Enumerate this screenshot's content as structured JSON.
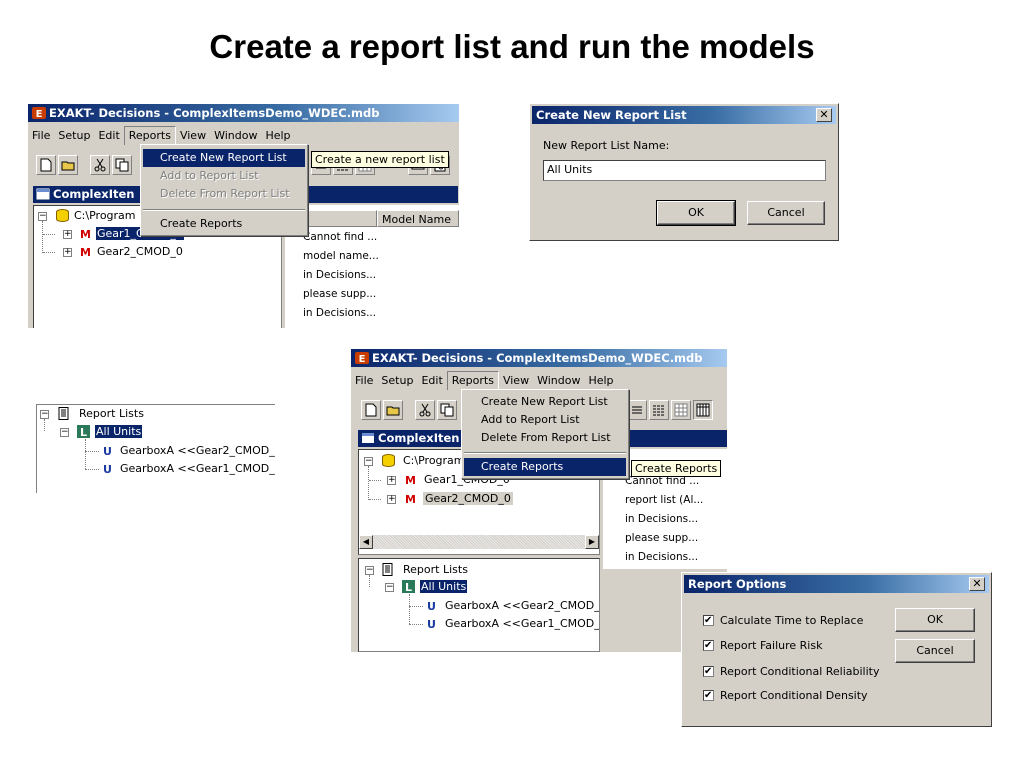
{
  "slide": {
    "title": "Create a report list and run the models"
  },
  "app": {
    "title": "EXAKT- Decisions - ComplexItemsDemo_WDEC.mdb",
    "child_title": "ComplexIten"
  },
  "menubar": [
    "File",
    "Setup",
    "Edit",
    "Reports",
    "View",
    "Window",
    "Help"
  ],
  "reports_menu_1": {
    "items": [
      "Create New Report List",
      "Add to Report List",
      "Delete From Report List",
      "Create Reports"
    ],
    "tooltip": "Create a new report list"
  },
  "reports_menu_2": {
    "items": [
      "Create New Report List",
      "Add to Report List",
      "Delete From Report List",
      "Create Reports"
    ],
    "tooltip": "Create Reports"
  },
  "tree": {
    "root": "C:\\Program",
    "models": [
      "Gear1_CMOD_0",
      "Gear2_CMOD_0"
    ]
  },
  "grid": {
    "header_model": "Model Name",
    "rows_1": [
      "Cannot find ...",
      "model name...",
      "in Decisions...",
      "please supp...",
      "in Decisions..."
    ],
    "rows_2": [
      "Cannot find ...",
      "report list (Al...",
      "in Decisions...",
      "please supp...",
      "in Decisions..."
    ]
  },
  "report_tree": {
    "root": "Report Lists",
    "list": "All Units",
    "units": [
      "GearboxA <<Gear2_CMOD_",
      "GearboxA <<Gear1_CMOD_"
    ]
  },
  "new_list_dialog": {
    "title": "Create New Report List",
    "label": "New Report List Name:",
    "value": "All Units",
    "ok": "OK",
    "cancel": "Cancel"
  },
  "report_options": {
    "title": "Report Options",
    "options": [
      {
        "label": "Calculate Time to Replace",
        "checked": true
      },
      {
        "label": "Report Failure Risk",
        "checked": true
      },
      {
        "label": "Report Conditional Reliability",
        "checked": true
      },
      {
        "label": "Report Conditional Density",
        "checked": true
      }
    ],
    "ok": "OK",
    "cancel": "Cancel"
  },
  "colors": {
    "active_title": "#0a246a",
    "face": "#d4d0c8",
    "tooltip": "#ffffe1"
  }
}
